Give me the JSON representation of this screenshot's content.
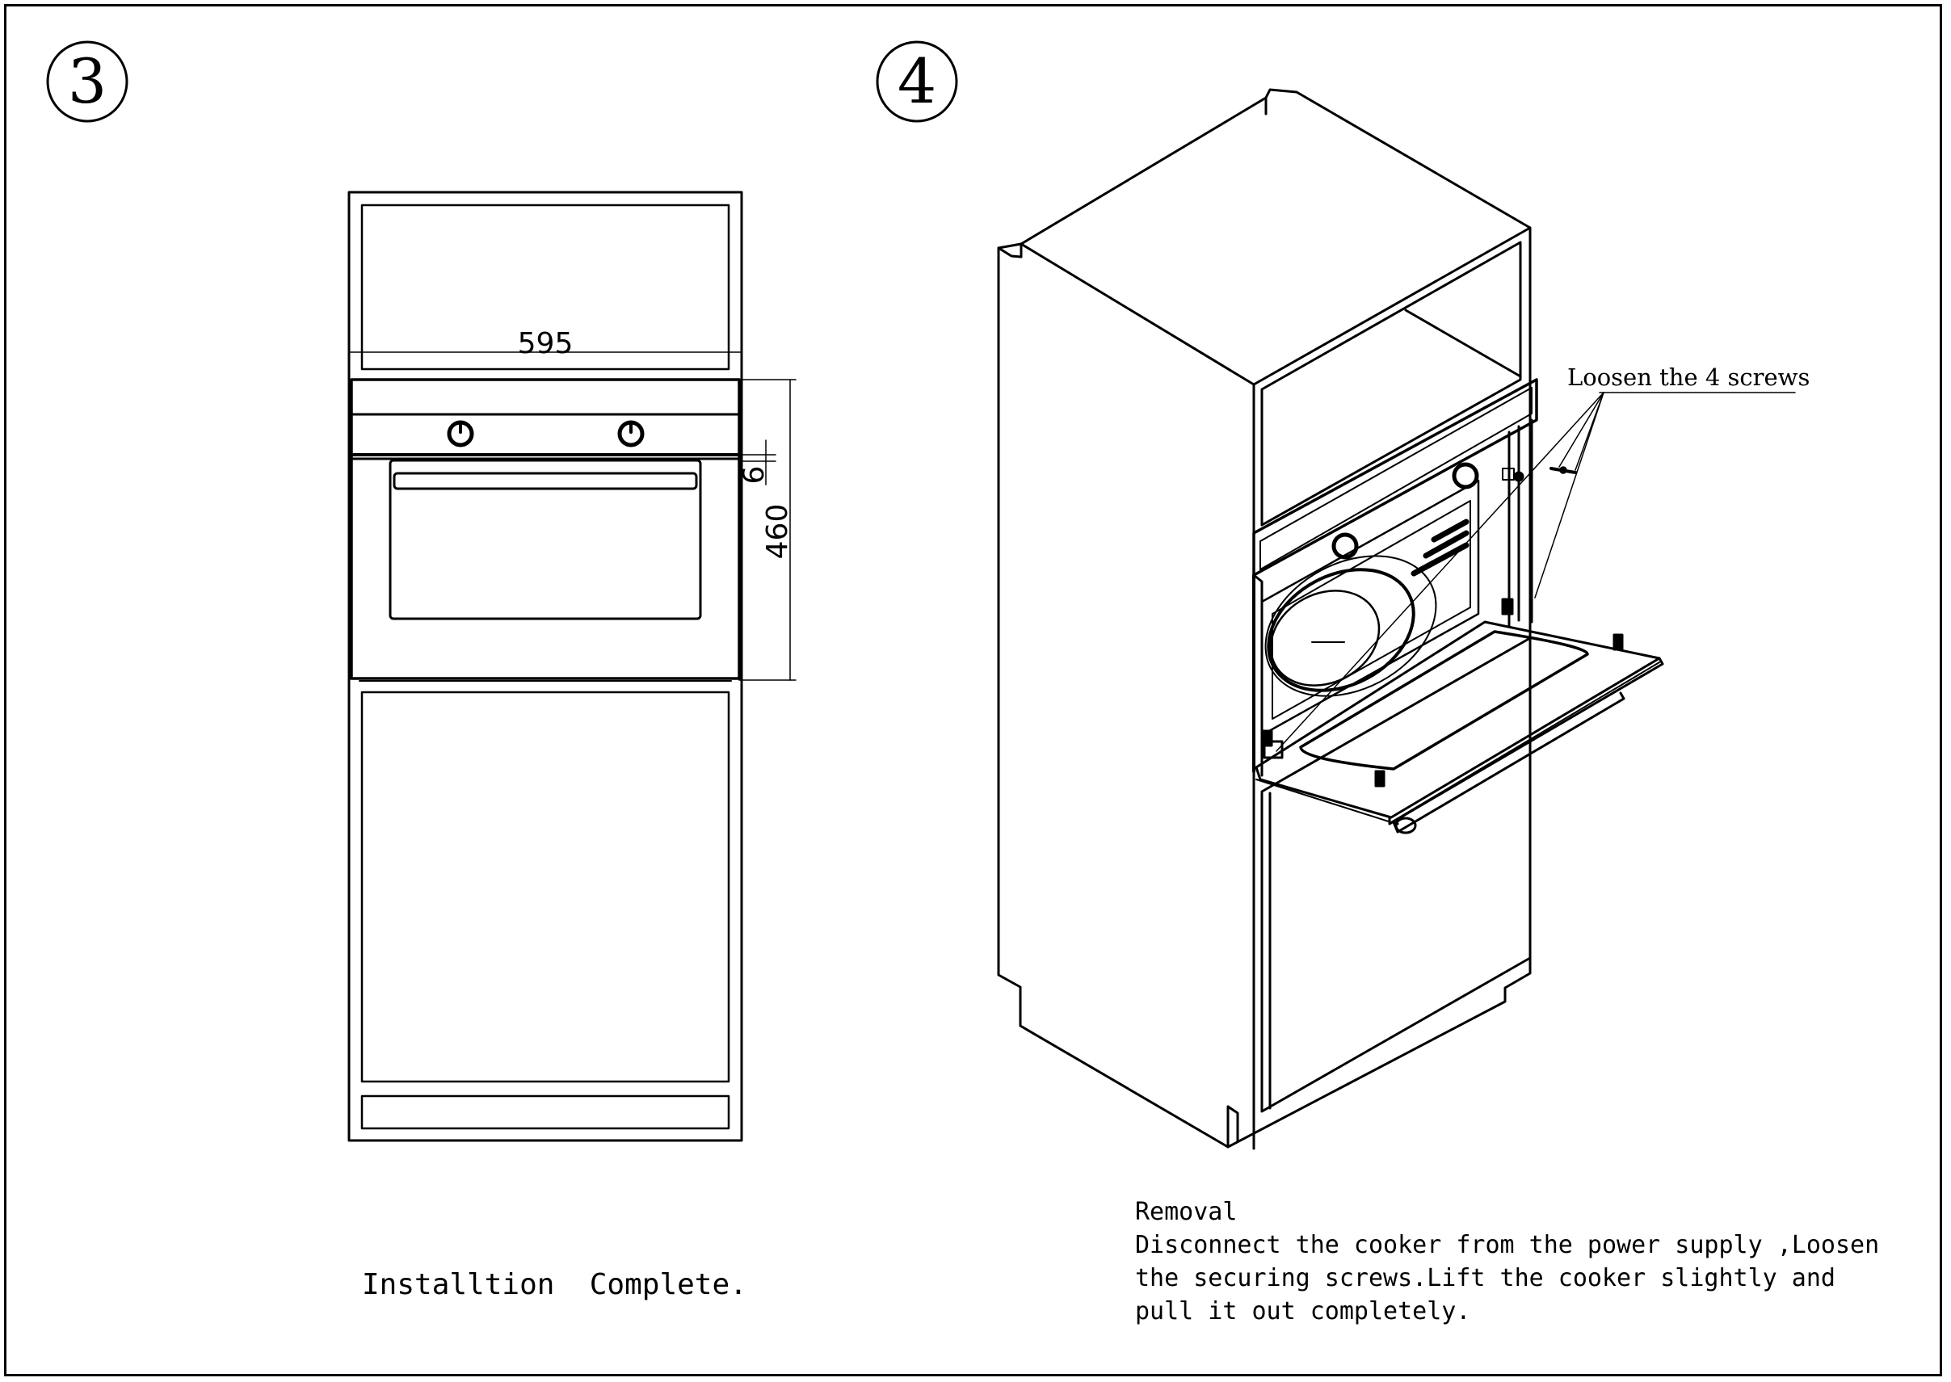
{
  "steps": [
    {
      "number": "3",
      "caption": "Installtion  Complete."
    },
    {
      "number": "4"
    }
  ],
  "dimensions": {
    "width": "595",
    "height": "460",
    "gap": "6"
  },
  "callout": "Loosen the 4 screws",
  "removal": {
    "title": "Removal",
    "lines": [
      "Disconnect the cooker from the power supply ,Loosen",
      "the securing screws.Lift the cooker slightly and",
      "pull it out completely."
    ]
  }
}
